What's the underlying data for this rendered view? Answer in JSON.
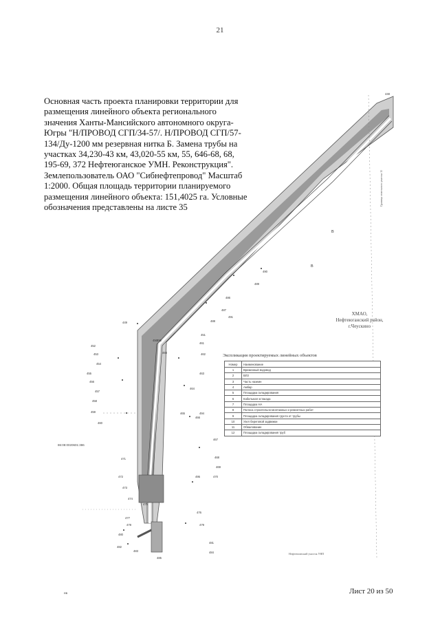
{
  "page_number": "21",
  "title": "Основная часть проекта планировки территории для размещения линейного объекта регионального значения Ханты-Мансийского автономного округа-Югры \"Н/ПРОВОД СГП/34-57/. Н/ПРОВОД СГП/57-134/Ду-1200 мм резервная нитка Б. Замена трубы на участках 34,230-43 км, 43,020-55 км, 55, 646-68, 68, 195-69, 372 Нефтеюганское УМН. Реконструкция\". Землепользователь ОАО \"Сибнефтепровод\" Масштаб 1:2000. Общая площадь территории планируемого размещения линейного объекта: 151,4025 га. Условные обозначения представлены на листе 35",
  "region_label": "ХМАО,\nНефтеюганский район,\nг.Чеускино",
  "explication_title": "Экспликация проектируемых линейных объектов",
  "legend": {
    "col_number": "Номер",
    "col_name": "Наименование",
    "rows": [
      {
        "num": "1",
        "name": "Временный водовод"
      },
      {
        "num": "2",
        "name": "ВЛ3"
      },
      {
        "num": "3",
        "name": "Часть наземн"
      },
      {
        "num": "4",
        "name": "Амбар"
      },
      {
        "num": "5",
        "name": "Площадка складирования"
      },
      {
        "num": "6",
        "name": "Кабельная эстакада"
      },
      {
        "num": "7",
        "name": "Площадка НА"
      },
      {
        "num": "8",
        "name": "Полоса строительно-монтажных и ремонтных работ"
      },
      {
        "num": "9",
        "name": "Площадка складирования грунта от трубы"
      },
      {
        "num": "10",
        "name": "Узел береговой задвижки"
      },
      {
        "num": "11",
        "name": "Обвалование"
      },
      {
        "num": "12",
        "name": "Площадка складирования труб"
      }
    ]
  },
  "parcel_note": "86:08:0020601:386",
  "footer_note": "Нефтеюганский участок УНП",
  "vertical_note": "Граница земельного участка 11",
  "zone_letters": [
    "В",
    "В"
  ],
  "sheet_label": "Лист 20 из 50",
  "corner_mark": "нв",
  "point_labels": [
    "448",
    "449",
    "450",
    "451",
    "452",
    "453",
    "454",
    "455",
    "456",
    "457",
    "458",
    "459",
    "460",
    "461",
    "462",
    "463",
    "464",
    "465",
    "466",
    "467",
    "468",
    "469",
    "470",
    "471",
    "472",
    "473",
    "474",
    "475",
    "476",
    "477",
    "478",
    "479",
    "480",
    "481",
    "482",
    "483",
    "484",
    "485",
    "486",
    "487",
    "488",
    "489",
    "490",
    "491",
    "492",
    "493",
    "494",
    "495"
  ]
}
